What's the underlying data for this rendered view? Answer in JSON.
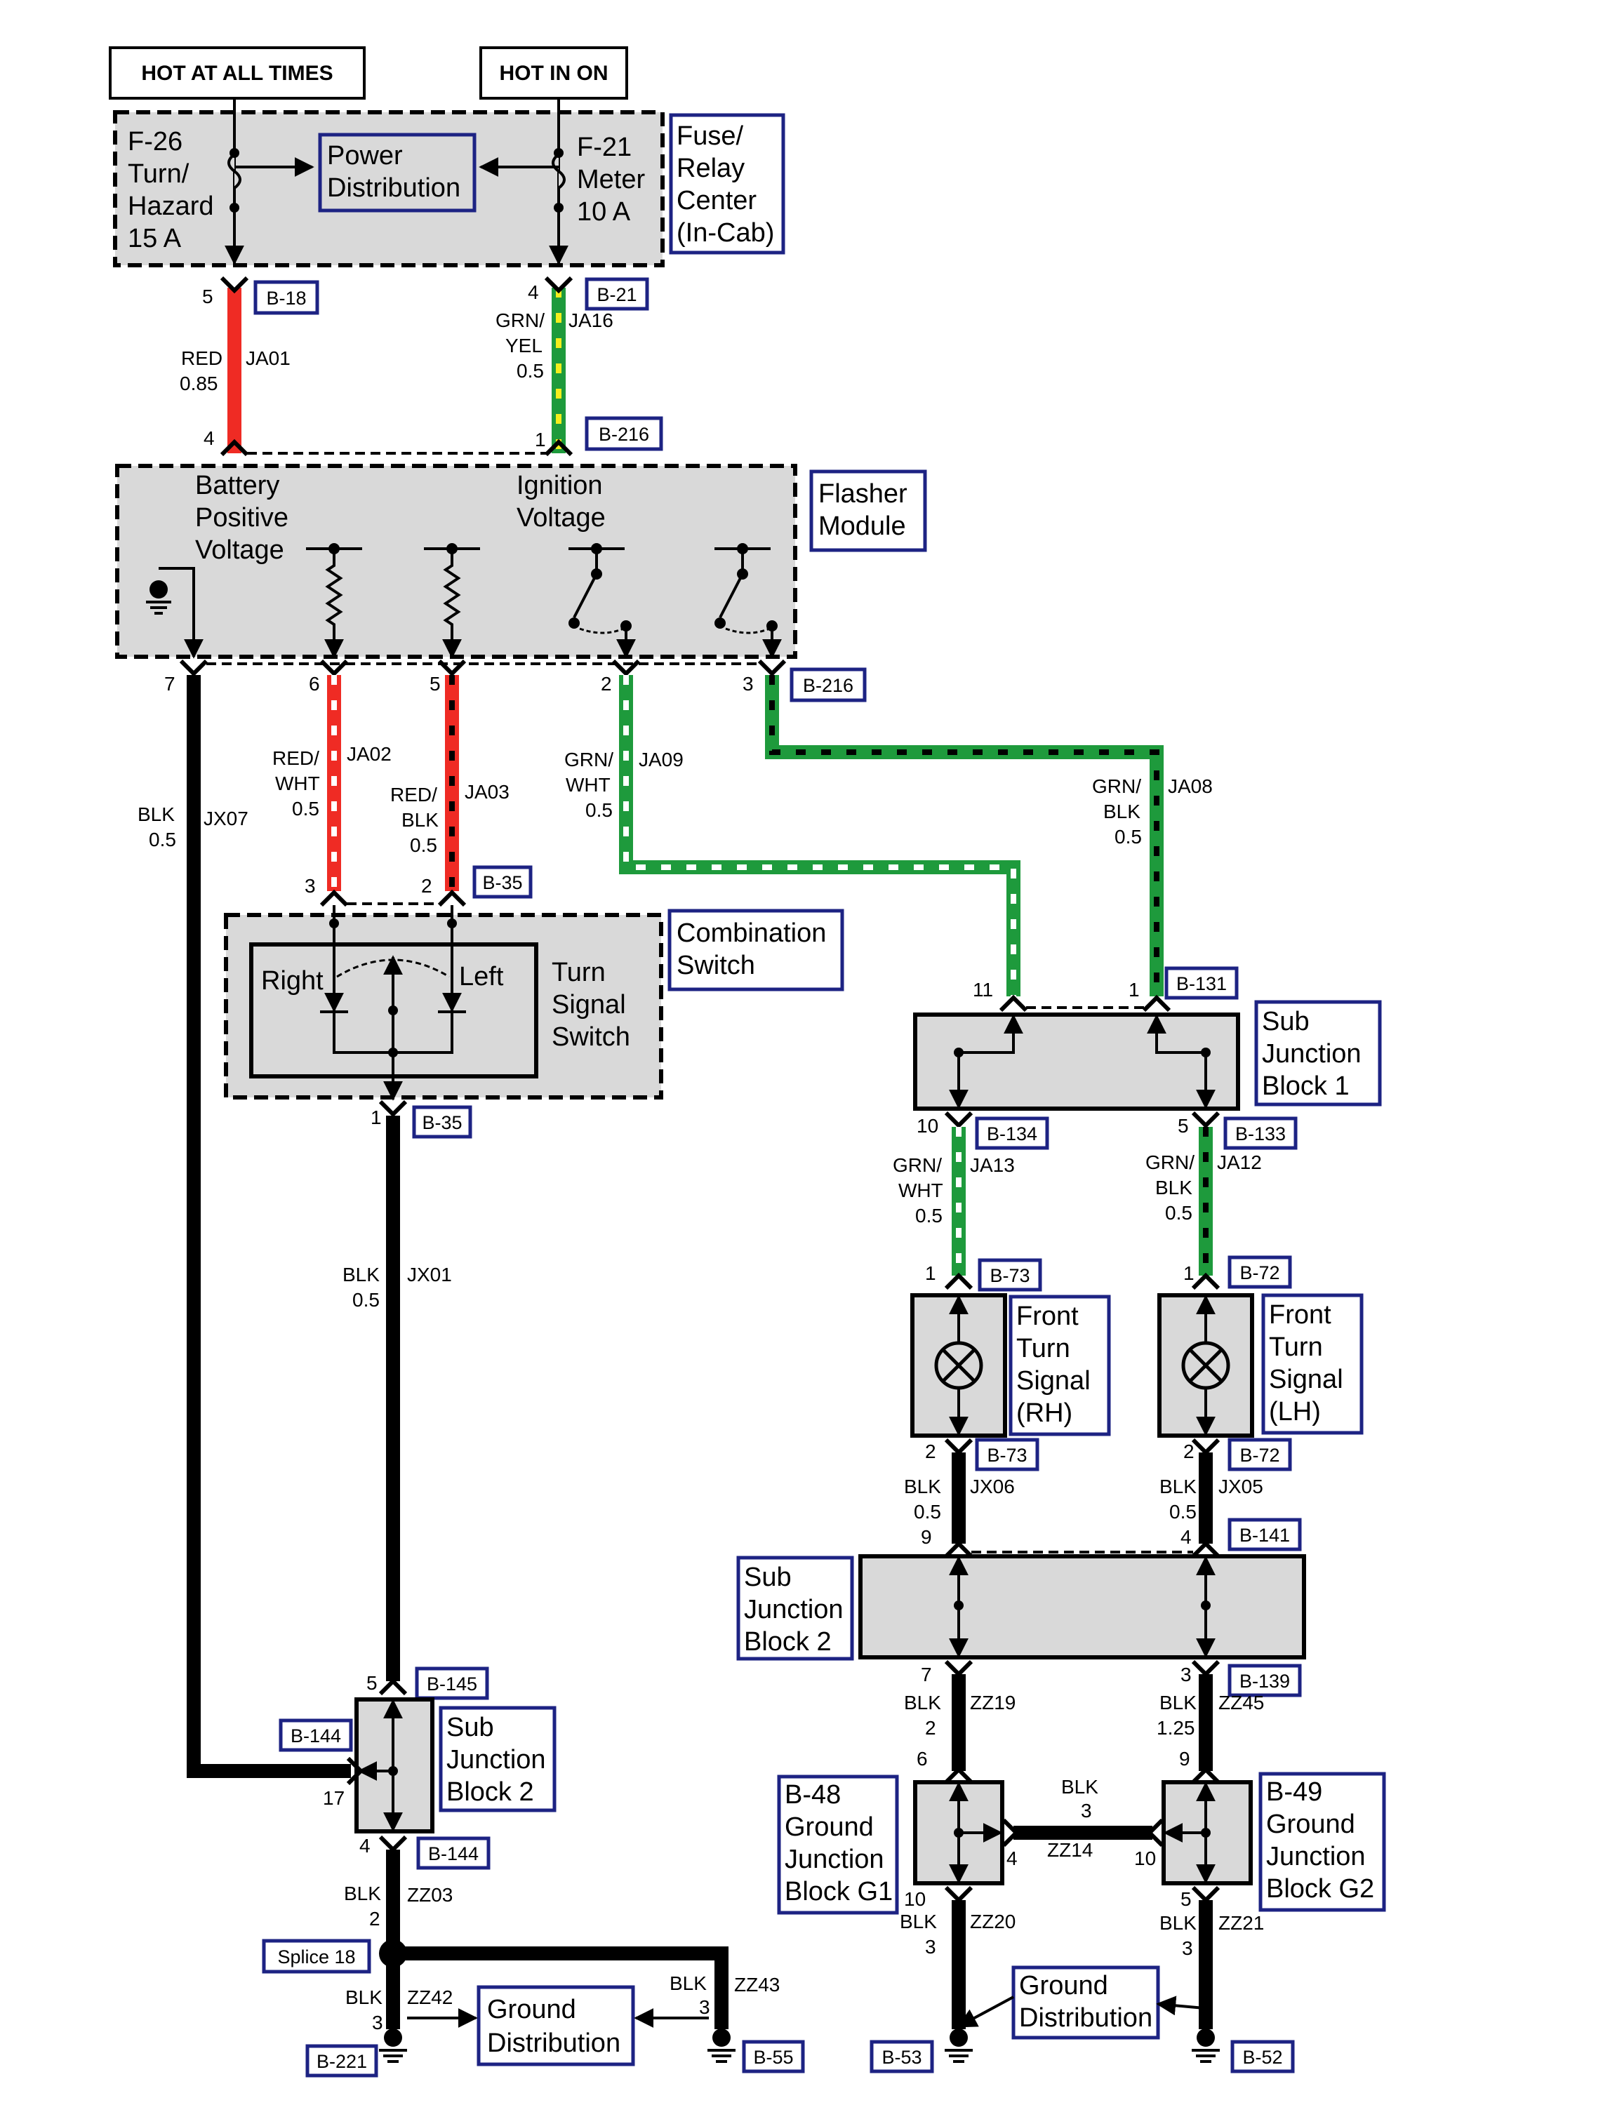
{
  "headers": {
    "hot_all_times": "HOT AT ALL TIMES",
    "hot_in_on": "HOT IN ON"
  },
  "fuse_box": {
    "fuse_left": [
      "F-26",
      "Turn/",
      "Hazard",
      "15 A"
    ],
    "power_dist": [
      "Power",
      "Distribution"
    ],
    "fuse_right": [
      "F-21",
      "Meter",
      "10 A"
    ],
    "label": [
      "Fuse/",
      "Relay",
      "Center",
      "(In-Cab)"
    ]
  },
  "flasher": {
    "label": [
      "Flasher",
      "Module"
    ],
    "battery": [
      "Battery",
      "Positive",
      "Voltage"
    ],
    "ignition": [
      "Ignition",
      "Voltage"
    ]
  },
  "combination": {
    "label": [
      "Combination",
      "Switch"
    ],
    "right": "Right",
    "left": "Left",
    "turn_signal": [
      "Turn",
      "Signal",
      "Switch"
    ]
  },
  "sub_junction_1": [
    "Sub",
    "Junction",
    "Block 1"
  ],
  "sub_junction_2_right": [
    "Sub",
    "Junction",
    "Block 2"
  ],
  "sub_junction_2_left": [
    "Sub",
    "Junction",
    "Block 2"
  ],
  "front_rh": [
    "Front",
    "Turn",
    "Signal",
    "(RH)"
  ],
  "front_lh": [
    "Front",
    "Turn",
    "Signal",
    "(LH)"
  ],
  "ground_g1": [
    "B-48",
    "Ground",
    "Junction",
    "Block G1"
  ],
  "ground_g2": [
    "B-49",
    "Ground",
    "Junction",
    "Block G2"
  ],
  "ground_dist_left": [
    "Ground",
    "Distribution"
  ],
  "ground_dist_right": [
    "Ground",
    "Distribution"
  ],
  "splice": "Splice 18",
  "connectors": {
    "b18": "B-18",
    "b21": "B-21",
    "b216_top": "B-216",
    "b216_mid": "B-216",
    "b35_top": "B-35",
    "b35_bot": "B-35",
    "b131": "B-131",
    "b134": "B-134",
    "b133": "B-133",
    "b73_top": "B-73",
    "b72_top": "B-72",
    "b73_bot": "B-73",
    "b72_bot": "B-72",
    "b141": "B-141",
    "b139": "B-139",
    "b145": "B-145",
    "b144_top": "B-144",
    "b144_bot": "B-144",
    "b221": "B-221",
    "b55": "B-55",
    "b53": "B-53",
    "b52": "B-52"
  },
  "pins": {
    "p_b18": "5",
    "p_b21": "4",
    "p_fl4": "4",
    "p_fl1": "1",
    "p7": "7",
    "p6": "6",
    "p5": "5",
    "p2": "2",
    "p3": "3",
    "p_cs3": "3",
    "p_cs2": "2",
    "p_sj11": "11",
    "p_sj1": "1",
    "p_cs1": "1",
    "p_b134": "10",
    "p_b133": "5",
    "p_b73t": "1",
    "p_b72t": "1",
    "p_b73b": "2",
    "p_b72b": "2",
    "p_sjb9": "9",
    "p_sjb4": "4",
    "p_sjb7": "7",
    "p_sjb3": "3",
    "p_g1_6": "6",
    "p_g2_9": "9",
    "p_g1_4": "4",
    "p_g2_10": "10",
    "p_g1_10": "10",
    "p_g2_5": "5",
    "p_sl5": "5",
    "p_sl17": "17",
    "p_sl4": "4"
  },
  "wires": {
    "ja01": {
      "color": "RED",
      "size": "0.85",
      "id": "JA01"
    },
    "ja16": {
      "color1": "GRN/",
      "color2": "YEL",
      "size": "0.5",
      "id": "JA16"
    },
    "jx07": {
      "color": "BLK",
      "size": "0.5",
      "id": "JX07"
    },
    "ja02": {
      "color1": "RED/",
      "color2": "WHT",
      "size": "0.5",
      "id": "JA02"
    },
    "ja03": {
      "color1": "RED/",
      "color2": "BLK",
      "size": "0.5",
      "id": "JA03"
    },
    "ja09": {
      "color1": "GRN/",
      "color2": "WHT",
      "size": "0.5",
      "id": "JA09"
    },
    "ja08": {
      "color1": "GRN/",
      "color2": "BLK",
      "size": "0.5",
      "id": "JA08"
    },
    "jx01": {
      "color": "BLK",
      "size": "0.5",
      "id": "JX01"
    },
    "ja13": {
      "color1": "GRN/",
      "color2": "WHT",
      "size": "0.5",
      "id": "JA13"
    },
    "ja12": {
      "color1": "GRN/",
      "color2": "BLK",
      "size": "0.5",
      "id": "JA12"
    },
    "jx06": {
      "color": "BLK",
      "size": "0.5",
      "id": "JX06"
    },
    "jx05": {
      "color": "BLK",
      "size": "0.5",
      "id": "JX05"
    },
    "zz19": {
      "color": "BLK",
      "size": "2",
      "id": "ZZ19"
    },
    "zz45": {
      "color": "BLK",
      "size": "1.25",
      "id": "ZZ45"
    },
    "zz14": {
      "color": "BLK",
      "size": "3",
      "id": "ZZ14"
    },
    "zz20": {
      "color": "BLK",
      "size": "3",
      "id": "ZZ20"
    },
    "zz21": {
      "color": "BLK",
      "size": "3",
      "id": "ZZ21"
    },
    "zz03": {
      "color": "BLK",
      "size": "2",
      "id": "ZZ03"
    },
    "zz42": {
      "color": "BLK",
      "size": "3",
      "id": "ZZ42"
    },
    "zz43": {
      "color": "BLK",
      "size": "3",
      "id": "ZZ43"
    }
  },
  "colors": {
    "red": "#ef2b24",
    "green": "#1e9a3c",
    "yellow": "#f5ee1c",
    "black": "#000000",
    "box_fill": "#d9d9d9",
    "label_border": "#1d2383"
  }
}
